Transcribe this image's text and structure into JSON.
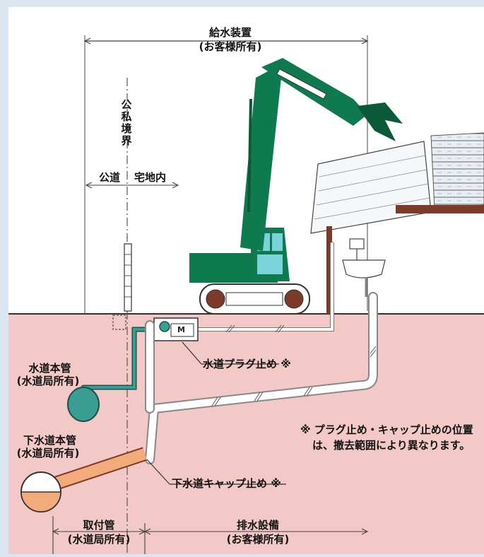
{
  "labels": {
    "supply": {
      "title": "給水装置",
      "owner": "(お客様所有)"
    },
    "boundary": "公私境界",
    "public_road": "公道",
    "premises": "宅地内",
    "water_main": {
      "title": "水道本管",
      "owner": "(水道局所有)"
    },
    "sewer_main": {
      "title": "下水道本管",
      "owner": "(水道局所有)"
    },
    "water_plug": "水道プラグ止め ※",
    "sewer_cap": "下水道キャップ止め ※",
    "note_line1": "※ プラグ止め・キャップ止めの位置",
    "note_line2": "は、撤去範囲により異なります。",
    "connection_pipe": {
      "title": "取付管",
      "owner": "(水道局所有)"
    },
    "drainage": {
      "title": "排水設備",
      "owner": "(お客様所有)"
    },
    "meter_letter": "M"
  },
  "colors": {
    "ground": "#f2c9c6",
    "sky": "#ffffff",
    "frame": "#dbe6f1",
    "excavator": "#0f7a4f",
    "excavator_dark": "#0a5a39",
    "cab_glass": "#7ad3d8",
    "water_pipe": "#3a9e95",
    "sewer_pipe": "#f4ab7c"
  }
}
